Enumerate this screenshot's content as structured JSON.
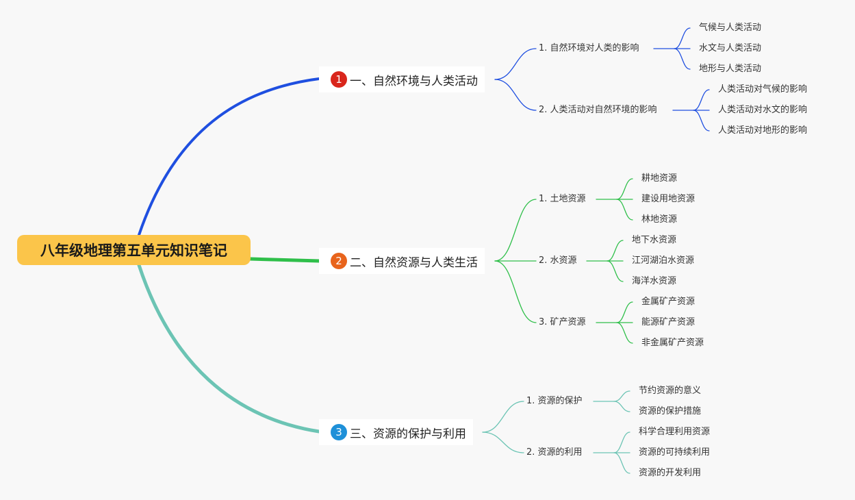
{
  "root": {
    "title": "八年级地理第五单元知识笔记",
    "color": "#fbc54a"
  },
  "branches": [
    {
      "number": "1",
      "badge_color": "#d9261c",
      "line_color": "#1f4fe0",
      "title": "一、自然环境与人类活动",
      "children": [
        {
          "label": "1. 自然环境对人类的影响",
          "leaves": [
            "气候与人类活动",
            "水文与人类活动",
            "地形与人类活动"
          ]
        },
        {
          "label": "2. 人类活动对自然环境的影响",
          "leaves": [
            "人类活动对气候的影响",
            "人类活动对水文的影响",
            "人类活动对地形的影响"
          ]
        }
      ]
    },
    {
      "number": "2",
      "badge_color": "#e8641c",
      "line_color": "#2fbf4a",
      "title": "二、自然资源与人类生活",
      "children": [
        {
          "label": "1. 土地资源",
          "leaves": [
            "耕地资源",
            "建设用地资源",
            "林地资源"
          ]
        },
        {
          "label": "2. 水资源",
          "leaves": [
            "地下水资源",
            "江河湖泊水资源",
            "海洋水资源"
          ]
        },
        {
          "label": "3. 矿产资源",
          "leaves": [
            "金属矿产资源",
            "能源矿产资源",
            "非金属矿产资源"
          ]
        }
      ]
    },
    {
      "number": "3",
      "badge_color": "#1e90d8",
      "line_color": "#6cc4b4",
      "title": "三、资源的保护与利用",
      "children": [
        {
          "label": "1. 资源的保护",
          "leaves": [
            "节约资源的意义",
            "资源的保护措施"
          ]
        },
        {
          "label": "2. 资源的利用",
          "leaves": [
            "科学合理利用资源",
            "资源的可持续利用",
            "资源的开发利用"
          ]
        }
      ]
    }
  ]
}
